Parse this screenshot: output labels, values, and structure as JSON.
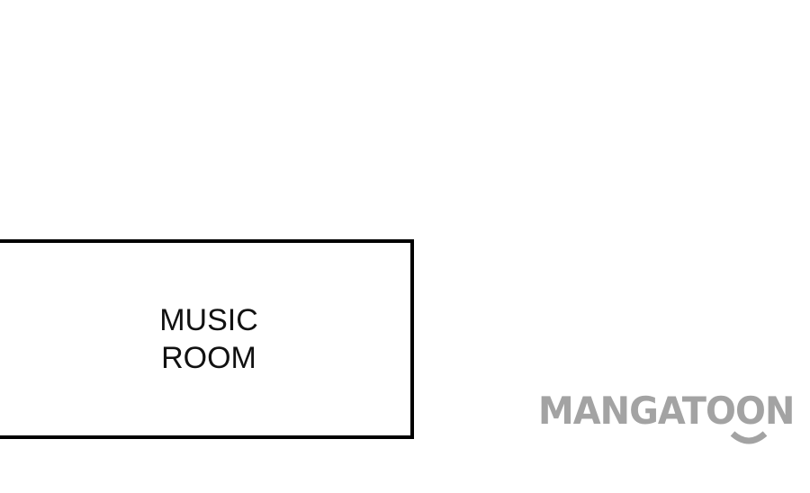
{
  "panel": {
    "caption_line1": "MUSIC",
    "caption_line2": "ROOM"
  },
  "watermark": {
    "text": "MANGATOON",
    "color": "#a3a3a3"
  }
}
